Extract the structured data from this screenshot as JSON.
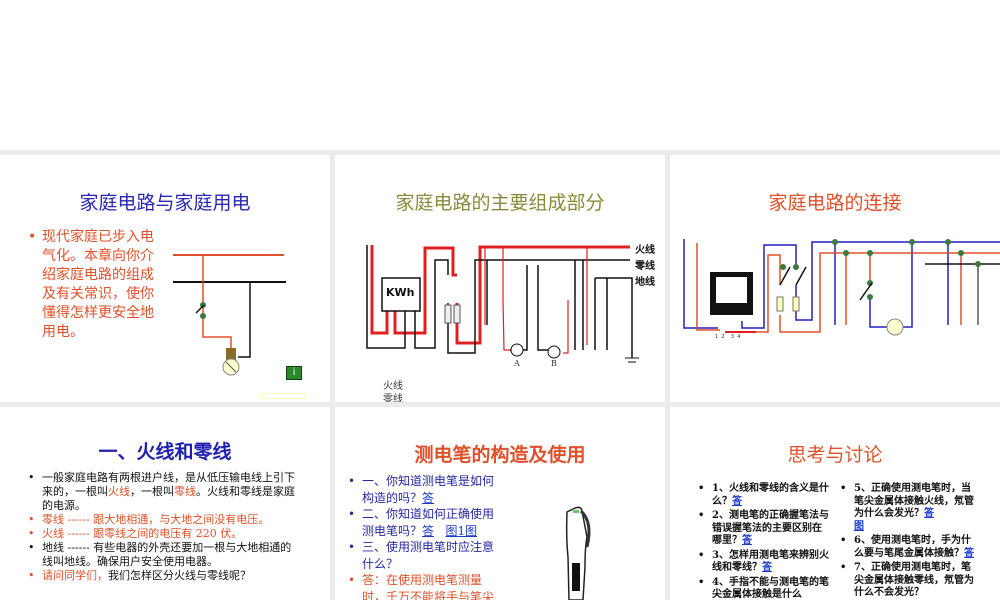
{
  "slides": [
    {
      "title": "家庭电路与家庭用电",
      "bullet": "现代家庭已步入电气化。本章向你介绍家庭电路的组成及有关常识，使你懂得怎样更安全地用电。",
      "info_icon": "info-icon"
    },
    {
      "title": "家庭电路的主要组成部分",
      "meter": "KWh",
      "labels": [
        "火线",
        "零线",
        "地线"
      ],
      "lamps": [
        "A",
        "B"
      ],
      "legend": [
        "火线",
        "零线"
      ]
    },
    {
      "title": "家庭电路的连接",
      "terminals": "1  2    3  4"
    },
    {
      "title": "一、火线和零线",
      "b1": {
        "a": "一般家庭电路有两根进户线，是从低压输电线上引下来的，一根叫",
        "b": "火线",
        "c": "，一根叫",
        "d": "零线",
        "e": "。火线和零线是家庭的电源。"
      },
      "b2": "零线 ------ 跟大地相通，与大地之间没有电压。",
      "b3": "火线 ------ 跟零线之间的电压有 220 伏。",
      "b4": "地线 ------ 有些电器的外壳还要加一根与大地相通的线叫地线。确保用户安全使用电器。",
      "b5a": "请问同学们，",
      "b5b": "我们怎样区分火线与零线呢？"
    },
    {
      "title": "测电笔的构造及使用",
      "q1": "一、你知道测电笔是如何构造的吗？",
      "q2": "二、你知道如何正确使用测电笔吗？",
      "q3": "三、使用测电笔时应注意什么？",
      "ans": "答",
      "fig": "图1图",
      "a3": "答：在使用测电笔测量时，千万不能将手与笔尖金属体接触"
    },
    {
      "title": "思考与讨论",
      "ans": "答",
      "fig": "图",
      "left": [
        "1、火线和零线的含义是什么？",
        "2、测电笔的正确握笔法与错误握笔法的主要区别在哪里？",
        "3、怎样用测电笔来辨别火线和零线？",
        "4、手指不能与测电笔的笔尖金属体接触是什么"
      ],
      "right": [
        "5、正确使用测电笔时，当笔尖金属体接触火线，氖管为什么会发光？",
        "6、使用测电笔时，手为什么要与笔尾金属体接触？",
        "7、正确使用测电笔时，笔尖金属体接触零线，氖管为什么不会发光？"
      ]
    }
  ],
  "colors": {
    "blue_title": "#2828b4",
    "red": "#e0502a",
    "olive": "#8a8a3a",
    "bg": "#ebebeb"
  }
}
